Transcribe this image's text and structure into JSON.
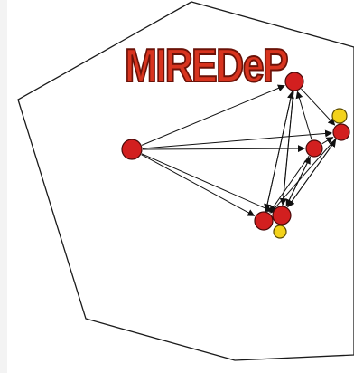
{
  "logo": {
    "text": "MIREDeP",
    "fill": "#d8341f",
    "stroke": "#6b1208"
  },
  "colors": {
    "background": "#ffffff",
    "outline": "#1a1a1a",
    "node_red": "#d21f1f",
    "node_red_edge": "#4a0a0a",
    "node_yellow": "#f3d21a",
    "node_yellow_edge": "#5a4a00",
    "arrow": "#111111"
  },
  "nodes": [
    {
      "id": "n1",
      "color": "red"
    },
    {
      "id": "n2",
      "color": "red"
    },
    {
      "id": "n3",
      "color": "red"
    },
    {
      "id": "n4",
      "color": "red"
    },
    {
      "id": "n5",
      "color": "red"
    },
    {
      "id": "n6",
      "color": "red"
    },
    {
      "id": "n7",
      "color": "yellow"
    },
    {
      "id": "n8",
      "color": "yellow"
    }
  ],
  "edges": [
    [
      "n1",
      "n2"
    ],
    [
      "n1",
      "n3"
    ],
    [
      "n1",
      "n4"
    ],
    [
      "n1",
      "n5"
    ],
    [
      "n1",
      "n6"
    ],
    [
      "n2",
      "n5"
    ],
    [
      "n2",
      "n6"
    ],
    [
      "n2",
      "n4"
    ],
    [
      "n2",
      "n8"
    ],
    [
      "n3",
      "n5"
    ],
    [
      "n3",
      "n6"
    ],
    [
      "n3",
      "n4"
    ],
    [
      "n3",
      "n2"
    ],
    [
      "n4",
      "n5"
    ],
    [
      "n4",
      "n6"
    ],
    [
      "n5",
      "n6"
    ],
    [
      "n5",
      "n2"
    ],
    [
      "n6",
      "n4"
    ],
    [
      "n6",
      "n3"
    ]
  ]
}
